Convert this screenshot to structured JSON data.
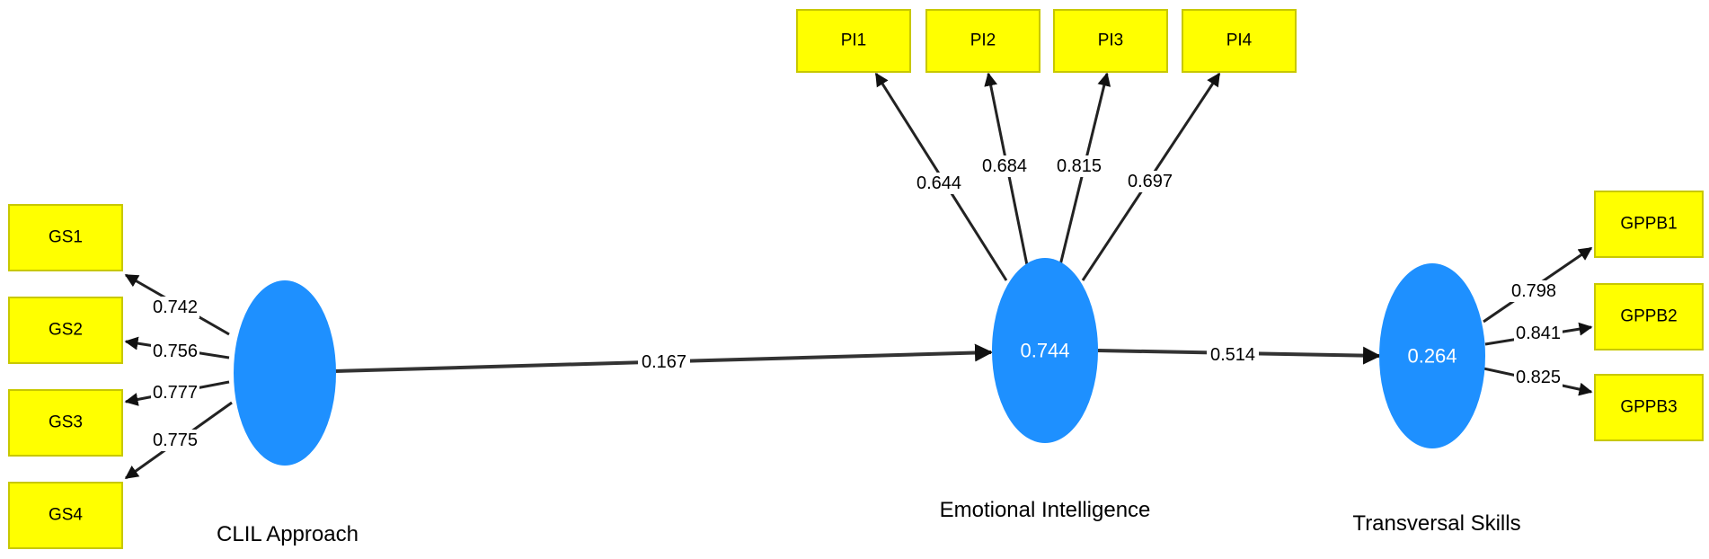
{
  "constructs": {
    "clil": {
      "name": "CLIL Approach",
      "value": ""
    },
    "ei": {
      "name": "Emotional Intelligence",
      "value": "0.744"
    },
    "ts": {
      "name": "Transversal Skills",
      "value": "0.264"
    }
  },
  "indicators": {
    "clil": [
      "GS1",
      "GS2",
      "GS3",
      "GS4"
    ],
    "ei": [
      "PI1",
      "PI2",
      "PI3",
      "PI4"
    ],
    "ts": [
      "GPPB1",
      "GPPB2",
      "GPPB3"
    ]
  },
  "outer_loadings": {
    "clil": [
      "0.742",
      "0.756",
      "0.777",
      "0.775"
    ],
    "ei": [
      "0.644",
      "0.684",
      "0.815",
      "0.697"
    ],
    "ts": [
      "0.798",
      "0.841",
      "0.825"
    ]
  },
  "path_coefficients": {
    "clil_to_ei": "0.167",
    "ei_to_ts": "0.514"
  },
  "colors": {
    "construct_fill": "#1e90ff",
    "indicator_fill": "#ffff00"
  }
}
